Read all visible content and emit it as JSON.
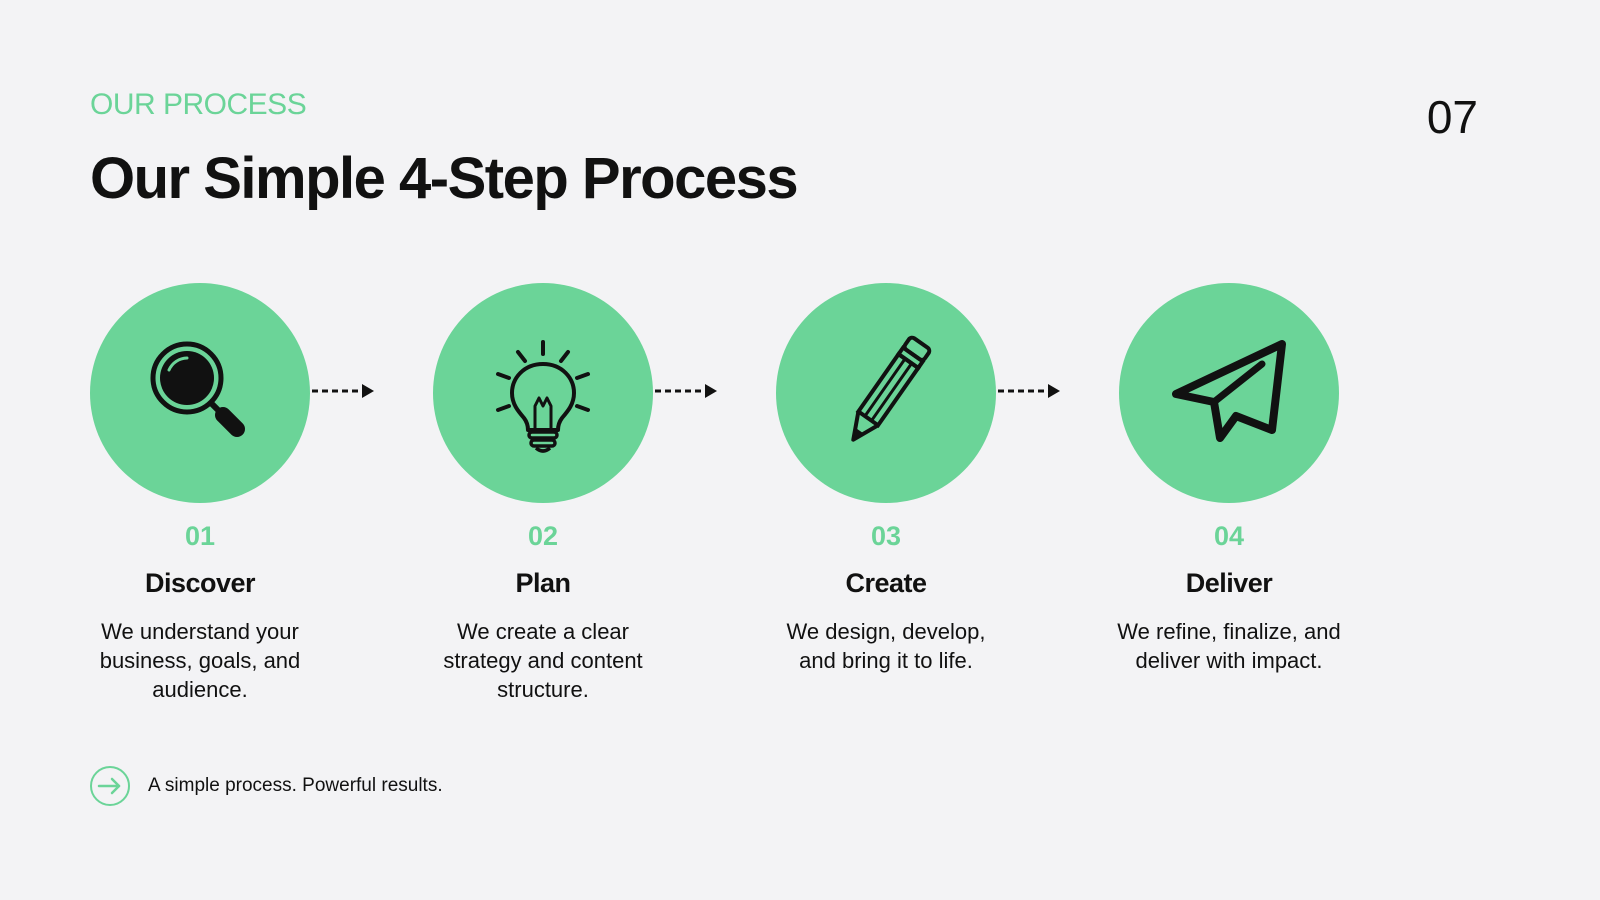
{
  "header": {
    "eyebrow": "OUR PROCESS",
    "title": "Our Simple 4-Step Process",
    "page_number": "07"
  },
  "steps": [
    {
      "number": "01",
      "title": "Discover",
      "description": "We understand your business, goals, and audience.",
      "icon": "magnifying-glass-icon"
    },
    {
      "number": "02",
      "title": "Plan",
      "description": "We create a clear strategy and content structure.",
      "icon": "lightbulb-icon"
    },
    {
      "number": "03",
      "title": "Create",
      "description": "We design, develop, and bring it to life.",
      "icon": "pencil-icon"
    },
    {
      "number": "04",
      "title": "Deliver",
      "description": "We refine, finalize, and deliver with impact.",
      "icon": "paper-plane-icon"
    }
  ],
  "footer": {
    "text": "A simple process. Powerful results.",
    "icon": "arrow-right-circle-icon"
  },
  "colors": {
    "accent": "#6bd498",
    "background": "#f3f3f5",
    "text": "#111111"
  }
}
